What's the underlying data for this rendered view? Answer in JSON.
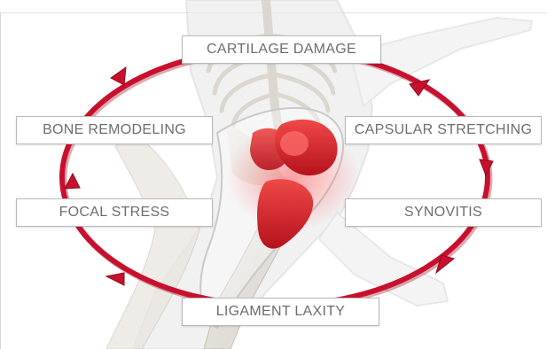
{
  "diagram": {
    "cycle_stages": [
      "CARTILAGE DAMAGE",
      "CAPSULAR STRETCHING",
      "SYNOVITIS",
      "LIGAMENT LAXITY",
      "FOCAL STRESS",
      "BONE REMODELING"
    ],
    "cycle_direction": "clockwise",
    "colors": {
      "cycle_arrow": "#c8102e",
      "highlight": "#e0252f",
      "label_text": "#6d6d6d",
      "label_border": "#b9b9b9"
    },
    "background_image": "anatomical-skeleton-with-highlighted-hip-joint"
  }
}
